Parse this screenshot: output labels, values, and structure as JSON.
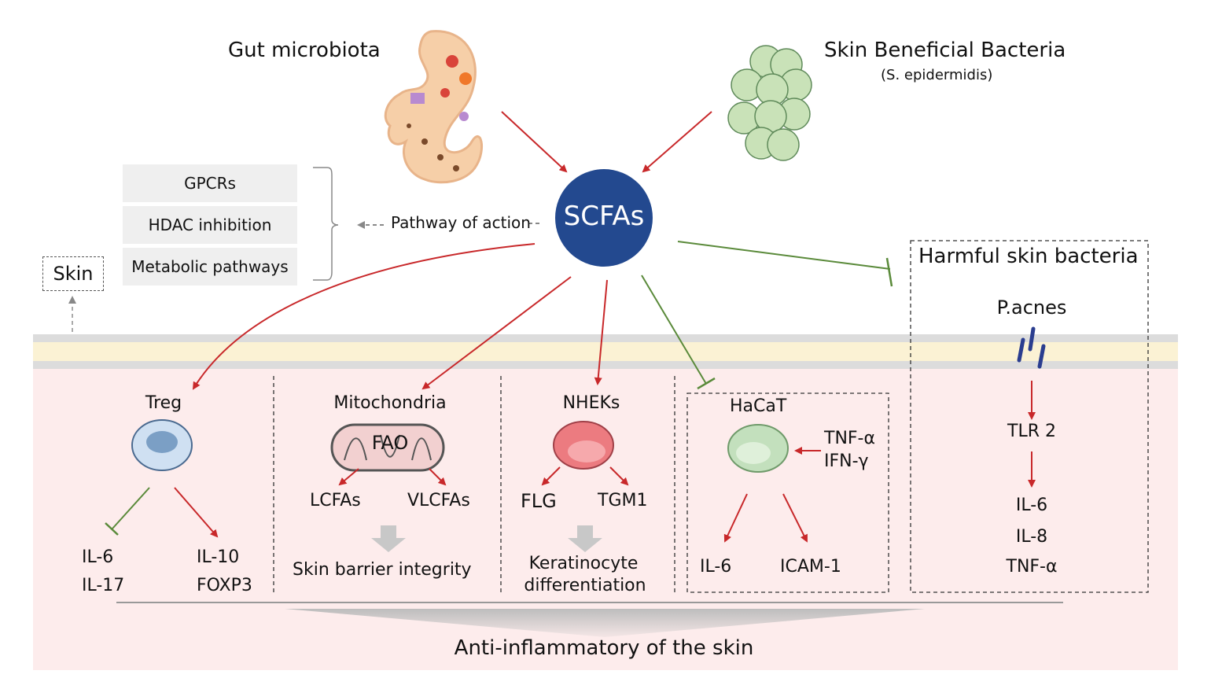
{
  "sources": {
    "gut_label": "Gut microbiota",
    "skin_label": "Skin Beneficial Bacteria",
    "skin_sub": "(S. epidermidis)"
  },
  "center": {
    "label": "SCFAs",
    "color": "#23498f"
  },
  "pathway": {
    "items": [
      "GPCRs",
      "HDAC inhibition",
      "Metabolic pathways"
    ],
    "label": "Pathway of action"
  },
  "skin_tag": "Skin",
  "harmful": {
    "title": "Harmful skin bacteria",
    "organism": "P.acnes",
    "receptor": "TLR 2",
    "outputs": [
      "IL-6",
      "IL-8",
      "TNF-α"
    ]
  },
  "treg": {
    "title": "Treg",
    "inhibited": [
      "IL-6",
      "IL-17"
    ],
    "promoted": [
      "IL-10",
      "FOXP3"
    ]
  },
  "mito": {
    "title": "Mitochondria",
    "inner": "FAO",
    "products": [
      "LCFAs",
      "VLCFAs"
    ],
    "outcome": "Skin barrier integrity"
  },
  "nhek": {
    "title": "NHEKs",
    "products": [
      "FLG",
      "TGM1"
    ],
    "outcome_line1": "Keratinocyte",
    "outcome_line2": "differentiation"
  },
  "hacat": {
    "title": "HaCaT",
    "stimuli": [
      "TNF-α",
      "IFN-γ"
    ],
    "outputs": [
      "IL-6",
      "ICAM-1"
    ]
  },
  "bottom": "Anti-inflammatory of the skin",
  "colors": {
    "activate": "#c8282a",
    "inhibit": "#5a8a3a",
    "skin_bg": "#fdecec",
    "layer_yellow": "#fbf2d4",
    "layer_gray": "#dcdcdc"
  }
}
